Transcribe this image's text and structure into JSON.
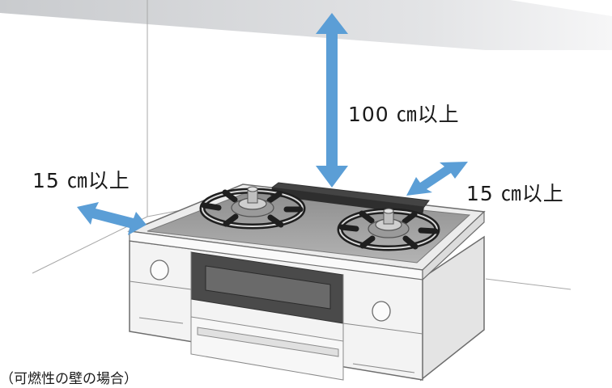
{
  "clearances": {
    "top": "100 ㎝以上",
    "left": "15 ㎝以上",
    "back": "15 ㎝以上"
  },
  "caption": "（可燃性の壁の場合）",
  "colors": {
    "arrow": "#5b9ed6",
    "ceiling": "#d4d6d9",
    "stove_body": "#f2f2f2",
    "stove_outline": "#6d6d6d",
    "cooktop": "#9b9b9b",
    "grill_window": "#3a3a3a"
  }
}
